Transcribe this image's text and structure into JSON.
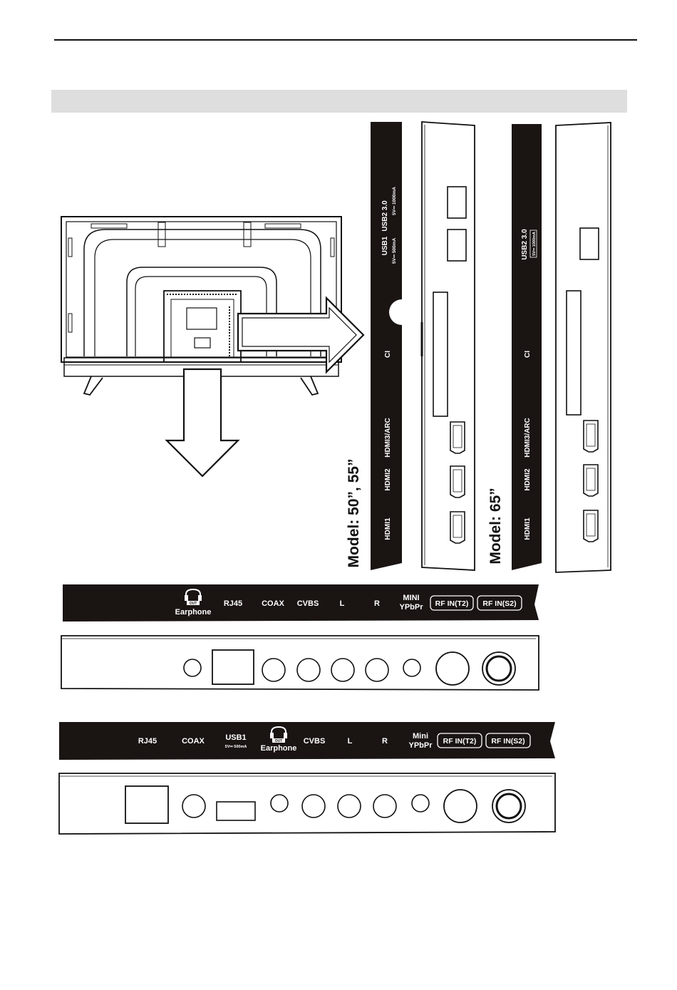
{
  "side_panel_small": {
    "model_label": "Model: 50”, 55”",
    "usb2_label": "USB2 3.0",
    "usb2_rating": "5V⎓ 1000mA",
    "usb1_label": "USB1",
    "usb1_rating": "5V⎓ 500mA",
    "ci_label": "CI",
    "hdmi3_label": "HDMI3/ARC",
    "hdmi2_label": "HDMI2",
    "hdmi1_label": "HDMI1"
  },
  "side_panel_large": {
    "model_label": "Model: 65”",
    "usb2_label": "USB2 3.0",
    "usb2_rating": "5V⎓ 1000mA",
    "ci_label": "CI",
    "hdmi3_label": "HDMI3/ARC",
    "hdmi2_label": "HDMI2",
    "hdmi1_label": "HDMI1"
  },
  "bottom_panel_1": {
    "earphone_badge": "OUT",
    "earphone_label": "Earphone",
    "rj45": "RJ45",
    "coax": "COAX",
    "cvbs": "CVBS",
    "l": "L",
    "r": "R",
    "mini_line1": "MINI",
    "mini_line2": "YPbPr",
    "rf_t2": "RF IN(T2)",
    "rf_s2": "RF IN(S2)"
  },
  "bottom_panel_2": {
    "rj45": "RJ45",
    "coax": "COAX",
    "usb1": "USB1",
    "usb1_rating": "5V⎓ 500mA",
    "earphone_badge": "OUT",
    "earphone_label": "Earphone",
    "cvbs": "CVBS",
    "l": "L",
    "r": "R",
    "mini_line1": "Mini",
    "mini_line2": "YPbPr",
    "rf_t2": "RF IN(T2)",
    "rf_s2": "RF IN(S2)"
  }
}
